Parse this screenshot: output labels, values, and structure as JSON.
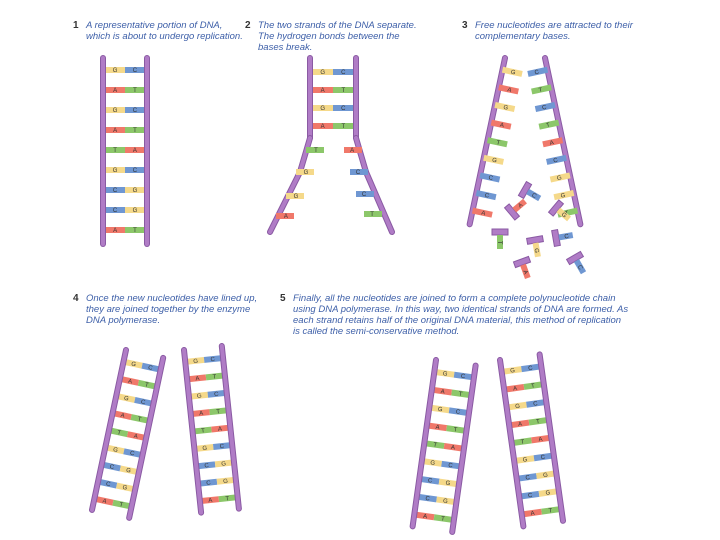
{
  "steps": [
    {
      "number": "1",
      "lines": [
        "A representative portion of DNA,",
        "which is about to undergo replication."
      ]
    },
    {
      "number": "2",
      "lines": [
        "The two strands of the DNA separate.",
        "The hydrogen bonds between the",
        "bases break."
      ]
    },
    {
      "number": "3",
      "lines": [
        "Free nucleotides are attracted to their",
        "complementary bases."
      ]
    },
    {
      "number": "4",
      "lines": [
        "Once the new nucleotides have lined up,",
        "they are joined together by the enzyme",
        "DNA polymerase."
      ]
    },
    {
      "number": "5",
      "lines": [
        "Finally, all the nucleotides are joined to form a complete polynucleotide chain",
        "using DNA polymerase. In this way, two identical strands of DNA are formed. As",
        "each strand retains half of the original DNA material, this method of replication",
        "is called the semi-conservative method."
      ]
    }
  ],
  "sequence": [
    [
      "G",
      "C"
    ],
    [
      "A",
      "T"
    ],
    [
      "G",
      "C"
    ],
    [
      "A",
      "T"
    ],
    [
      "T",
      "A"
    ],
    [
      "G",
      "C"
    ],
    [
      "C",
      "G"
    ],
    [
      "C",
      "G"
    ],
    [
      "A",
      "T"
    ]
  ],
  "colors": {
    "backbone": "#b07cc6",
    "backbone_edge": "#8a5aa3",
    "A": "#f0786a",
    "T": "#8cc76a",
    "G": "#f5d98a",
    "C": "#6f97d2",
    "text": "#3d5fa8"
  }
}
